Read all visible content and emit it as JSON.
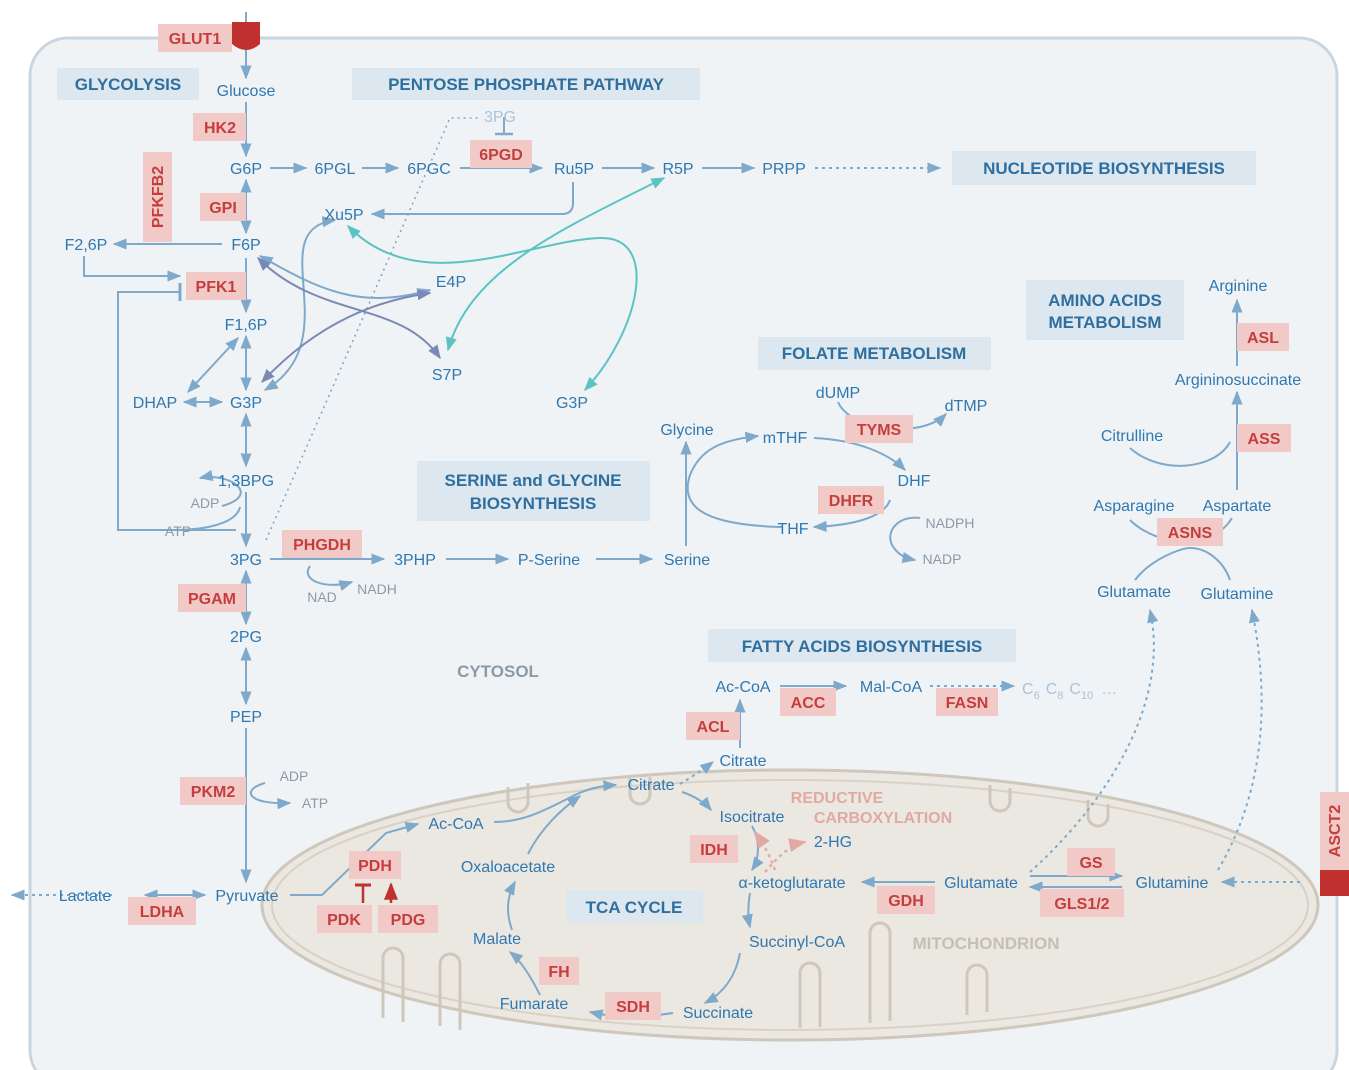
{
  "colors": {
    "met": "#2f78b1",
    "line": "#7ea9cb",
    "teal": "#5cc3c3",
    "purple": "#7a89b5",
    "enzyme_bg": "#f1c9c6",
    "enzyme_text": "#c43e3e",
    "section_bg": "#dde7ef",
    "section_text": "#2f6f9f",
    "cytosol": "#8c9aa6",
    "mito_label": "#c6bfb2",
    "reductive": "#e2a9a3",
    "faded": "#a9c3da",
    "cell_fill": "#eff3f6",
    "cell_stroke": "#c9d6e0",
    "mito_fill": "#ebe7e1",
    "mito_stroke": "#cfc7bb",
    "transporter": "#c0302e"
  },
  "sections": {
    "glycolysis": "GLYCOLYSIS",
    "ppp": "PENTOSE PHOSPHATE PATHWAY",
    "nucleotide": "NUCLEOTIDE BIOSYNTHESIS",
    "amino_1": "AMINO ACIDS",
    "amino_2": "METABOLISM",
    "folate": "FOLATE METABOLISM",
    "serine_1": "SERINE and GLYCINE",
    "serine_2": "BIOSYNTHESIS",
    "fatty": "FATTY ACIDS BIOSYNTHESIS",
    "tca": "TCA CYCLE"
  },
  "compartments": {
    "cytosol": "CYTOSOL",
    "mitochondrion": "MITOCHONDRION"
  },
  "enzymes": {
    "glut1": "GLUT1",
    "hk2": "HK2",
    "gpi": "GPI",
    "pfkfb2": "PFKFB2",
    "pfk1": "PFK1",
    "pgd": "6PGD",
    "phgdh": "PHGDH",
    "pgam": "PGAM",
    "pkm2": "PKM2",
    "ldha": "LDHA",
    "pdh": "PDH",
    "pdk": "PDK",
    "pdg": "PDG",
    "tyms": "TYMS",
    "dhfr": "DHFR",
    "acl": "ACL",
    "acc": "ACC",
    "fasn": "FASN",
    "idh": "IDH",
    "gdh": "GDH",
    "gs": "GS",
    "gls": "GLS1/2",
    "fh": "FH",
    "sdh": "SDH",
    "asl": "ASL",
    "ass": "ASS",
    "asns": "ASNS",
    "asct2": "ASCT2"
  },
  "metabolites": {
    "glucose": "Glucose",
    "g6p": "G6P",
    "pgl": "6PGL",
    "pgc": "6PGC",
    "ru5p": "Ru5P",
    "r5p": "R5P",
    "prpp": "PRPP",
    "pg3_top": "3PG",
    "xu5p": "Xu5P",
    "f26p": "F2,6P",
    "f6p": "F6P",
    "e4p": "E4P",
    "f16p": "F1,6P",
    "s7p": "S7P",
    "dhap": "DHAP",
    "g3p": "G3P",
    "g3p_right": "G3P",
    "bpg": "1,3BPG",
    "adp1": "ADP",
    "atp1": "ATP",
    "pg3": "3PG",
    "php3": "3PHP",
    "pserine": "P-Serine",
    "serine": "Serine",
    "nad": "NAD",
    "nadh": "NADH",
    "pg2": "2PG",
    "pep": "PEP",
    "adp2": "ADP",
    "atp2": "ATP",
    "pyruvate": "Pyruvate",
    "lactate": "Lactate",
    "glycine": "Glycine",
    "mthf": "mTHF",
    "dump": "dUMP",
    "dtmp": "dTMP",
    "dhf": "DHF",
    "thf": "THF",
    "nadph": "NADPH",
    "nadp": "NADP",
    "accoa_c": "Ac-CoA",
    "malcoa": "Mal-CoA",
    "citrate_c": "Citrate",
    "accoa_m": "Ac-CoA",
    "citrate_m": "Citrate",
    "isocitrate": "Isocitrate",
    "hg2": "2-HG",
    "akg": "α-ketoglutarate",
    "oxaloacetate": "Oxaloacetate",
    "malate": "Malate",
    "fumarate": "Fumarate",
    "succinate": "Succinate",
    "succoa": "Succinyl-CoA",
    "glutamate_m": "Glutamate",
    "glutamine_m": "Glutamine",
    "arginine": "Arginine",
    "argininosuccinate": "Argininosuccinate",
    "citrulline": "Citrulline",
    "asparagine": "Asparagine",
    "aspartate": "Aspartate",
    "glutamate_c": "Glutamate",
    "glutamine_c": "Glutamine"
  },
  "fatty_chain": {
    "c6": "C",
    "c6_sub": "6",
    "c8": "C",
    "c8_sub": "8",
    "c10": "C",
    "c10_sub": "10",
    "ellipsis": "…"
  },
  "reductive": {
    "line1": "REDUCTIVE",
    "line2": "CARBOXYLATION"
  },
  "icons": {
    "transporter": "transporter-icon",
    "inhibit": "inhibition-icon",
    "activate": "activation-icon"
  }
}
